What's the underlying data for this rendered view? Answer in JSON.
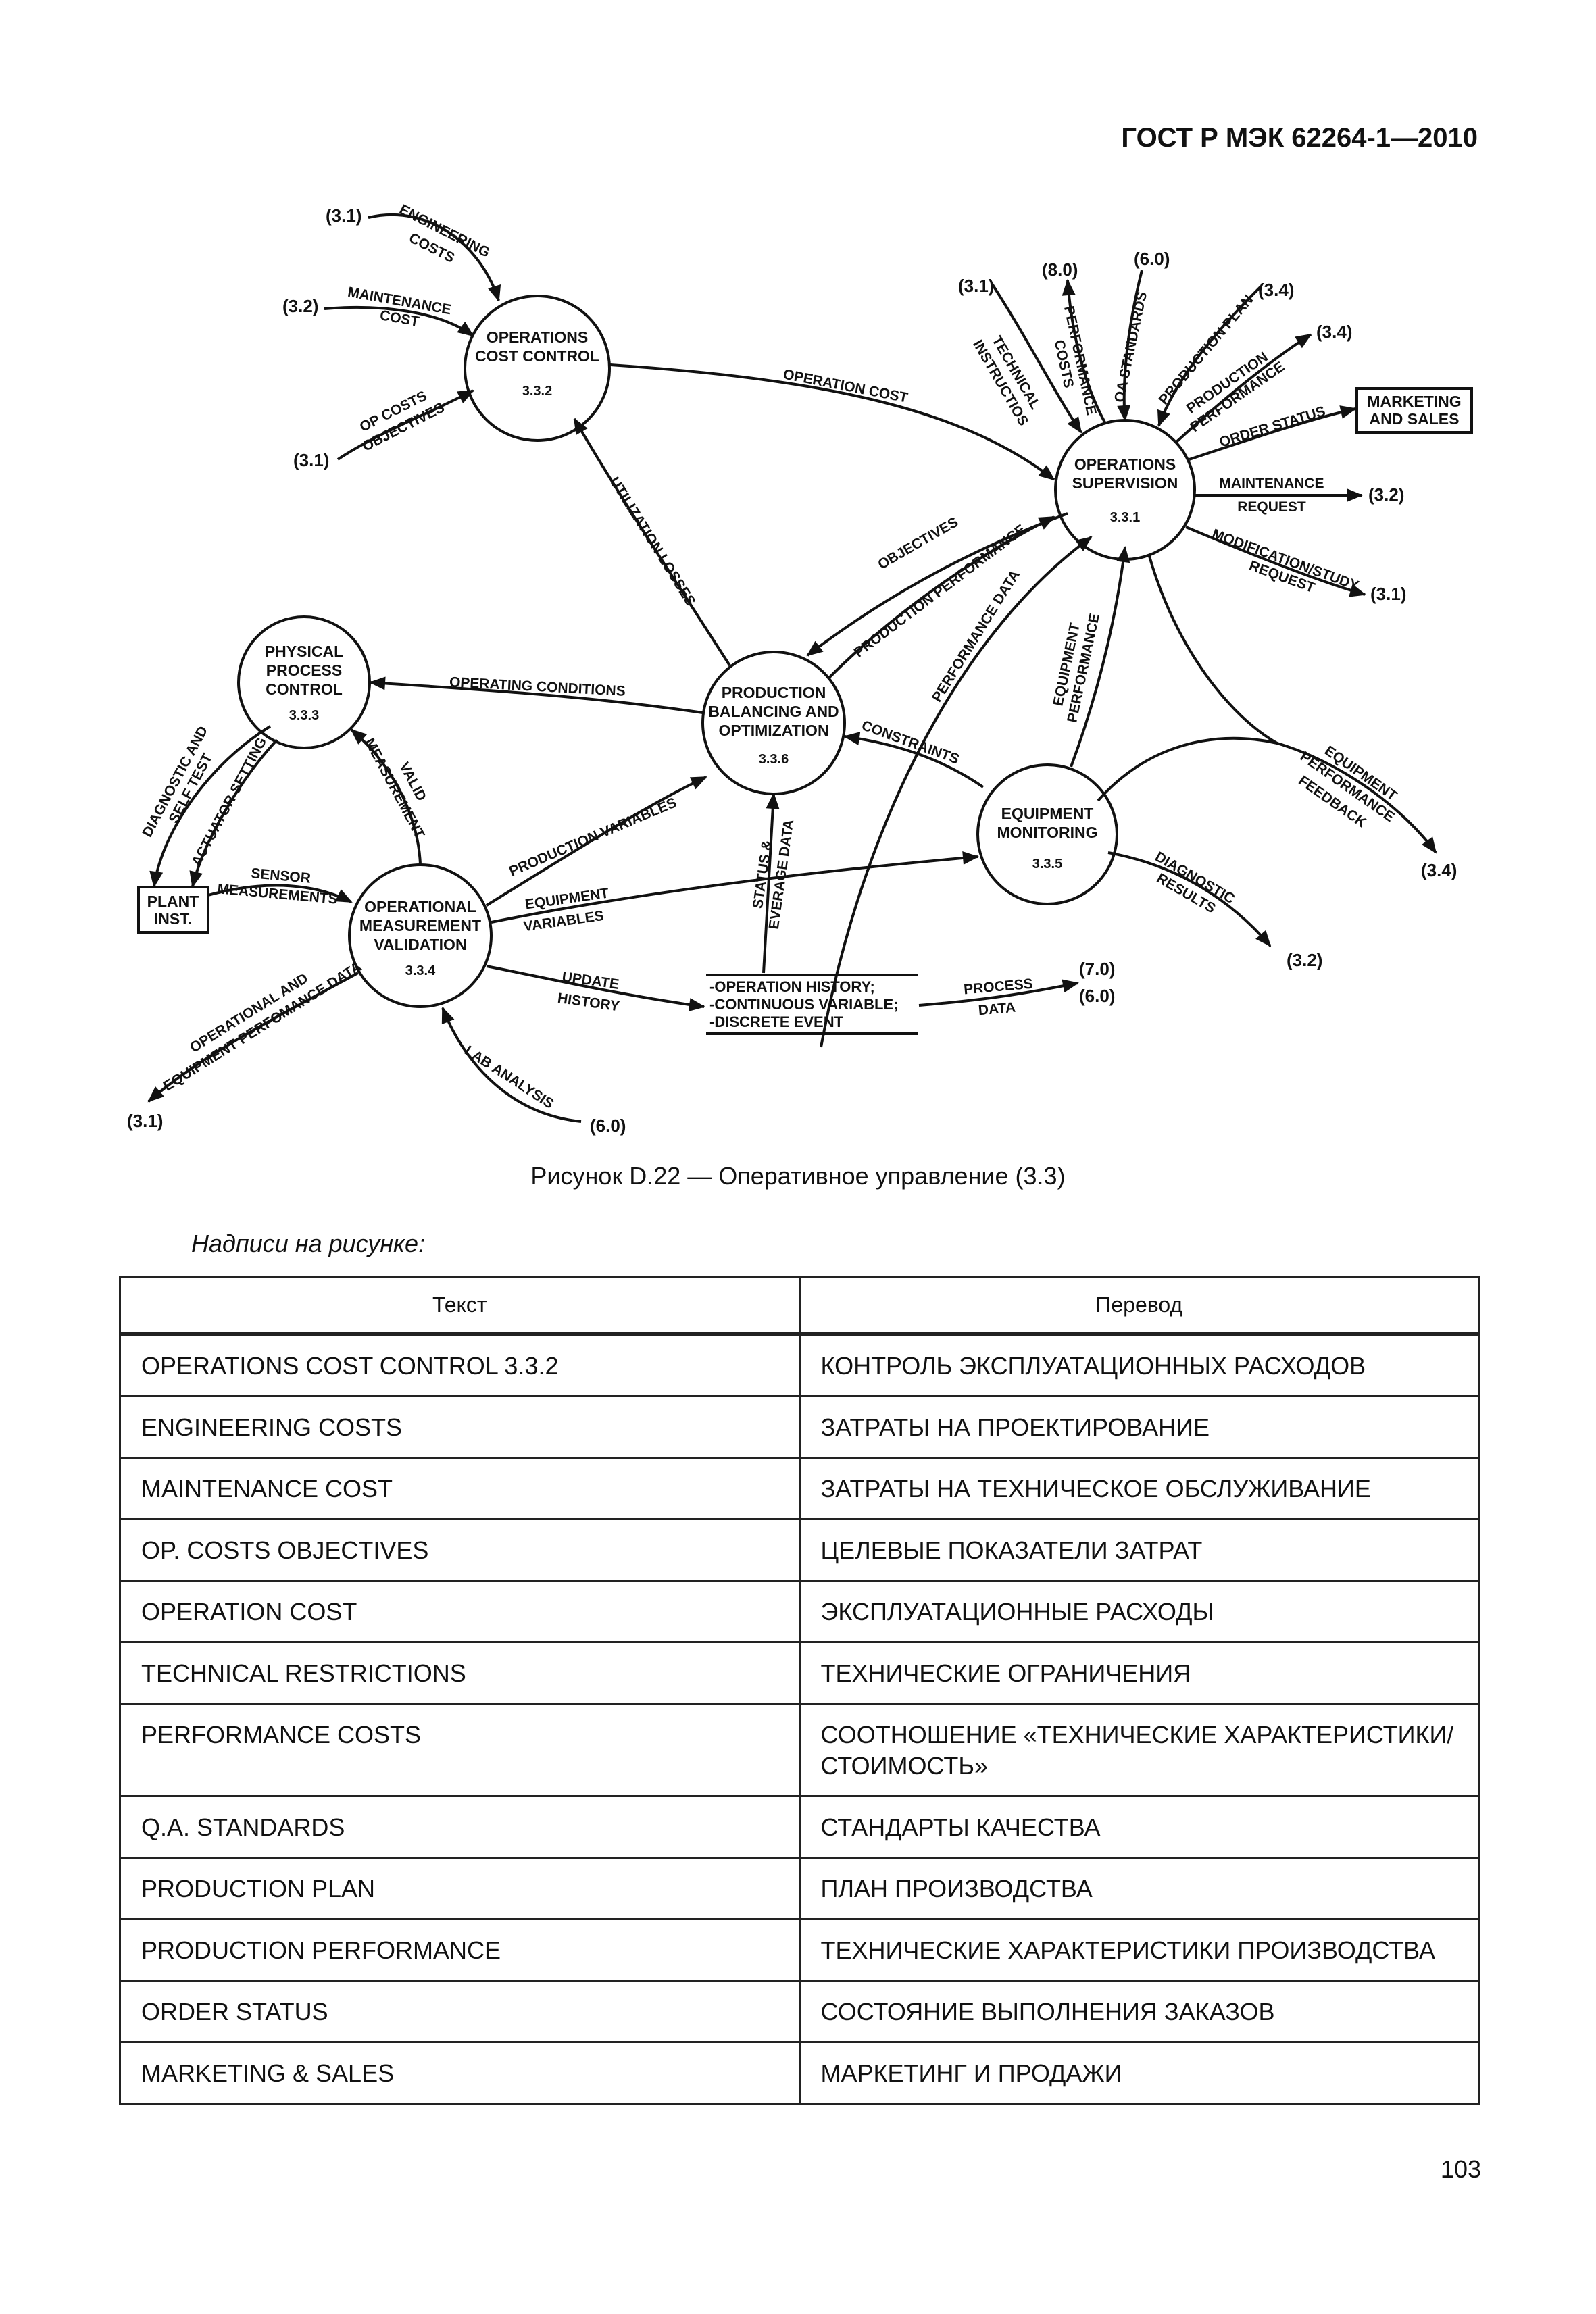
{
  "header": {
    "standard": "ГОСТ Р МЭК 62264-1—2010"
  },
  "diagram": {
    "nodes": {
      "cost_control": {
        "lines": [
          "OPERATIONS",
          "COST CONTROL"
        ],
        "number": "3.3.2"
      },
      "supervision": {
        "lines": [
          "OPERATIONS",
          "SUPERVISION"
        ],
        "number": "3.3.1"
      },
      "physical": {
        "lines": [
          "PHYSICAL",
          "PROCESS",
          "CONTROL"
        ],
        "number": "3.3.3"
      },
      "balancing": {
        "lines": [
          "PRODUCTION",
          "BALANCING AND",
          "OPTIMIZATION"
        ],
        "number": "3.3.6"
      },
      "monitoring": {
        "lines": [
          "EQUIPMENT",
          "MONITORING"
        ],
        "number": "3.3.5"
      },
      "validation": {
        "lines": [
          "OPERATIONAL",
          "MEASUREMENT",
          "VALIDATION"
        ],
        "number": "3.3.4"
      }
    },
    "boxes": {
      "marketing": [
        "MARKETING",
        "AND SALES"
      ],
      "plant": [
        "PLANT",
        "INST."
      ]
    },
    "store": [
      "-OPERATION HISTORY;",
      "-CONTINUOUS VARIABLE;",
      "-DISCRETE EVENT"
    ],
    "refs": {
      "r1": "(3.1)",
      "r2": "(3.2)",
      "r3": "(3.1)",
      "r4": "(3.1)",
      "r5": "(8.0)",
      "r6": "(6.0)",
      "r7": "(3.4)",
      "r8": "(3.4)",
      "r9": "(3.2)",
      "r10": "(3.1)",
      "r11": "(3.4)",
      "r12": "(3.2)",
      "r13": "(7.0)",
      "r14": "(6.0)",
      "r15": "(3.1)",
      "r16": "(6.0)"
    },
    "flows": {
      "engineering": [
        "ENGINEERING",
        "COSTS"
      ],
      "maintenance_cost": [
        "MAINTENANCE",
        "COST"
      ],
      "op_costs": [
        "OP COSTS",
        "OBJECTIVES"
      ],
      "operation_cost": "OPERATION COST",
      "technical": [
        "TECHNICAL",
        "INSTRUCTIOS"
      ],
      "performance_costs": [
        "PERFORMANCE",
        "COSTS"
      ],
      "oa_standards": "OA STANDARDS",
      "production_plan": "PRODUCTION PLAN",
      "production_performance_out": [
        "PRODUCTION",
        "PERFORMANCE"
      ],
      "order_status": "ORDER STATUS",
      "maintenance_request": [
        "MAINTENANCE",
        "REQUEST"
      ],
      "modification": [
        "MODIFICATION/STUDY",
        "REQUEST"
      ],
      "utilization": "UTILIZATION LOSSES",
      "objectives": "OBJECTIVES",
      "production_performance": "PRODUCTION PERFORMANCE",
      "performance_data": "PERFORMANCE DATA",
      "equipment_performance": [
        "EQUIPMENT",
        "PERFORMANCE"
      ],
      "operating_conditions": "OPERATING CONDITIONS",
      "constraints": "CONSTRAINTS",
      "equipment_feedback": [
        "EQUIPMENT",
        "PERFORMANCE",
        "FEEDBACK"
      ],
      "diagnostic_self": [
        "DIAGNOSTIC AND",
        "SELF TEST"
      ],
      "actuator": "ACTUATOR SETTING",
      "valid": [
        "VALID",
        "MEASUREMENT"
      ],
      "sensor": [
        "SENSOR",
        "MEASUREMENTS"
      ],
      "production_variables": "PRODUCTION VARIABLES",
      "status": [
        "STATUS &",
        "EVERAGE DATA"
      ],
      "equipment_variables": [
        "EQUIPMENT",
        "VARIABLES"
      ],
      "diagnostic_results": [
        "DIAGNOSTIC",
        "RESULTS"
      ],
      "update_history": [
        "UPDATE",
        "HISTORY"
      ],
      "process_data": [
        "PROCESS",
        "DATA"
      ],
      "operational_equipment": [
        "OPERATIONAL AND",
        "EQUIPMENT PERFOMANCE DATA"
      ],
      "lab_analysis": "LAB ANALYSIS"
    }
  },
  "caption": "Рисунок  D.22 — Оперативное управление (3.3)",
  "legend_title": "Надписи  на  рисунке:",
  "table": {
    "headers": [
      "Текст",
      "Перевод"
    ],
    "rows": [
      [
        "OPERATIONS COST CONTROL 3.3.2",
        "КОНТРОЛЬ ЭКСПЛУАТАЦИОННЫХ РАСХОДОВ"
      ],
      [
        "ENGINEERING COSTS",
        "ЗАТРАТЫ НА ПРОЕКТИРОВАНИЕ"
      ],
      [
        "MAINTENANCE COST",
        "ЗАТРАТЫ НА ТЕХНИЧЕСКОЕ ОБСЛУЖИВАНИЕ"
      ],
      [
        "OP. COSTS OBJECTIVES",
        "ЦЕЛЕВЫЕ ПОКАЗАТЕЛИ ЗАТРАТ"
      ],
      [
        "OPERATION COST",
        "ЭКСПЛУАТАЦИОННЫЕ РАСХОДЫ"
      ],
      [
        "TECHNICAL RESTRICTIONS",
        "ТЕХНИЧЕСКИЕ  ОГРАНИЧЕНИЯ"
      ],
      [
        "PERFORMANCE COSTS",
        "СООТНОШЕНИЕ «ТЕХНИЧЕСКИЕ ХАРАКТЕРИСТИКИ/СТОИМОСТЬ»"
      ],
      [
        "Q.A. STANDARDS",
        "СТАНДАРТЫ КАЧЕСТВА"
      ],
      [
        "PRODUCTION PLAN",
        "ПЛАН ПРОИЗВОДСТВА"
      ],
      [
        "PRODUCTION PERFORMANCE",
        "ТЕХНИЧЕСКИЕ ХАРАКТЕРИСТИКИ ПРОИЗВОДСТВА"
      ],
      [
        "ORDER STATUS",
        "СОСТОЯНИЕ ВЫПОЛНЕНИЯ ЗАКАЗОВ"
      ],
      [
        "MARKETING & SALES",
        "МАРКЕТИНГ И ПРОДАЖИ"
      ]
    ]
  },
  "page_number": "103"
}
